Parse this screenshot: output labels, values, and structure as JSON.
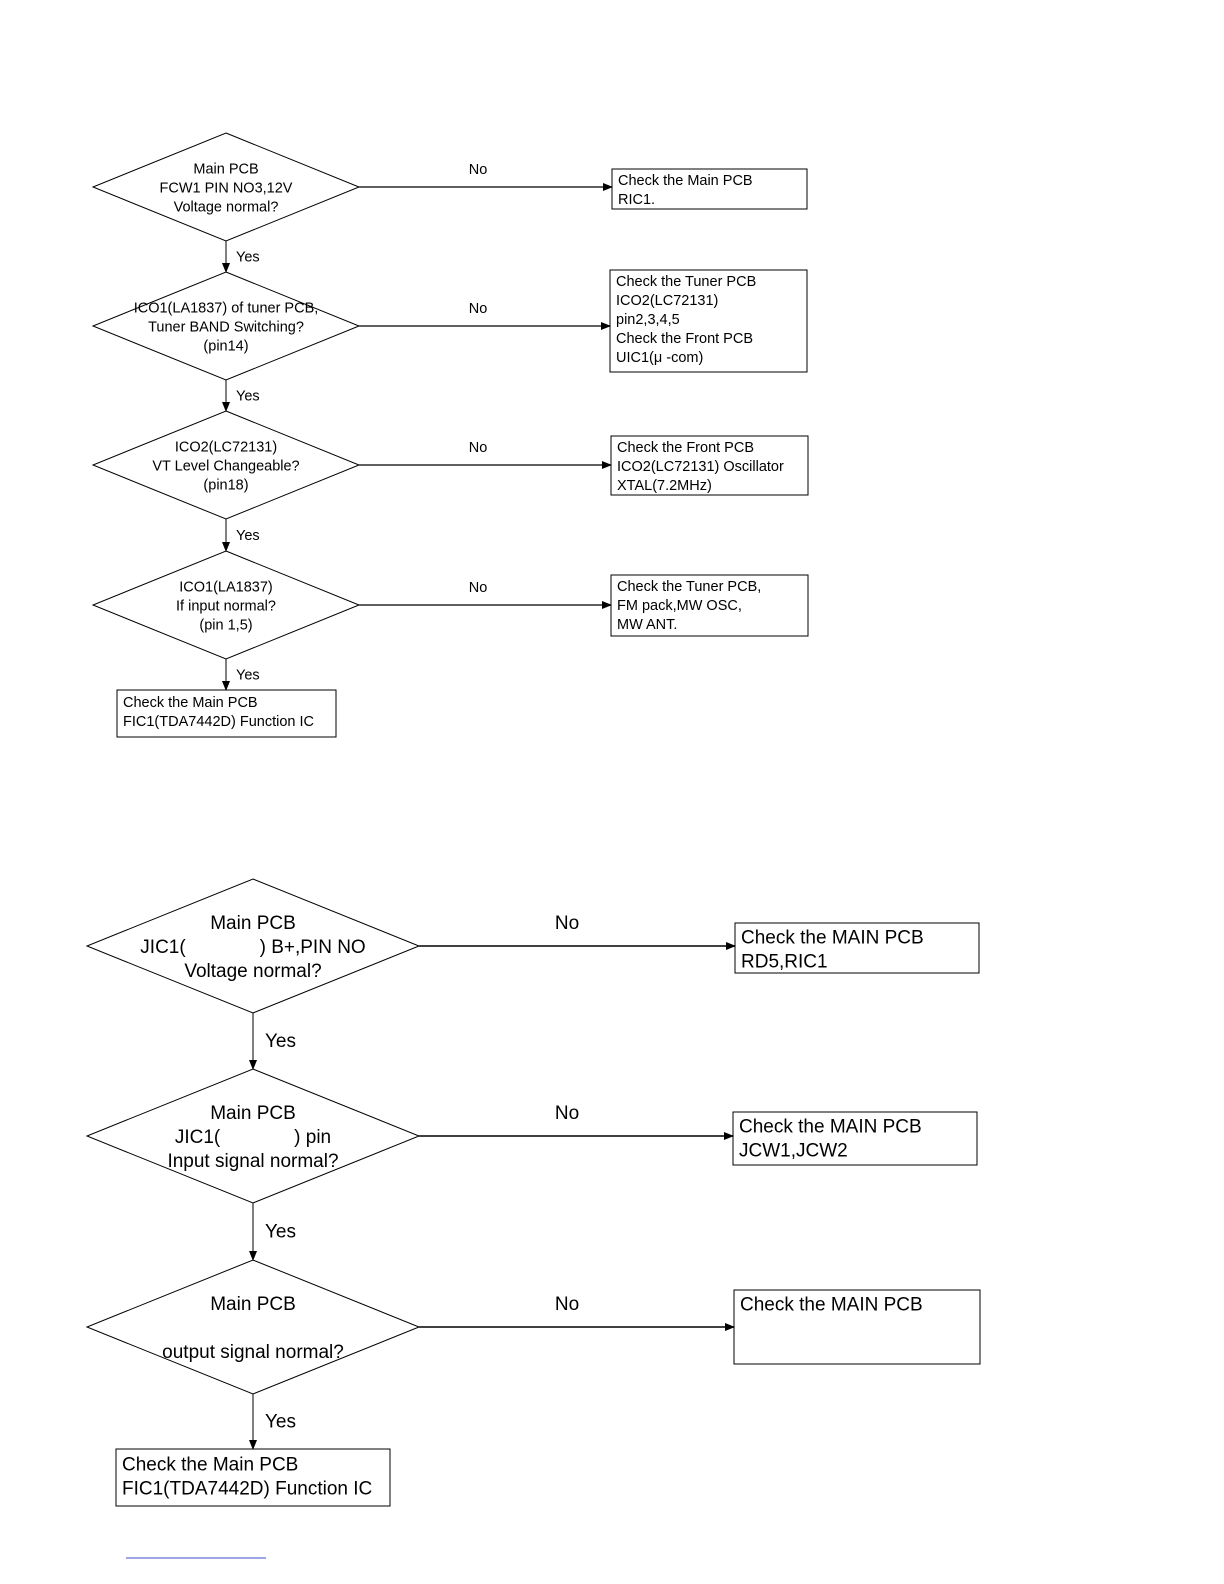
{
  "flowcharts": [
    {
      "decisions": [
        {
          "lines": [
            "Main PCB",
            "FCW1 PIN NO3,12V",
            "Voltage normal?"
          ],
          "no_label": "No",
          "no_box": [
            "Check the Main PCB",
            "RIC1."
          ],
          "yes_label": "Yes"
        },
        {
          "lines": [
            "ICO1(LA1837) of tuner PCB,",
            "Tuner BAND Switching?",
            "(pin14)"
          ],
          "no_label": "No",
          "no_box": [
            "Check the Tuner PCB",
            "ICO2(LC72131)",
            "pin2,3,4,5",
            "Check the Front PCB",
            "UIC1(μ -com)"
          ],
          "yes_label": "Yes"
        },
        {
          "lines": [
            "ICO2(LC72131)",
            "VT Level Changeable?",
            "(pin18)"
          ],
          "no_label": "No",
          "no_box": [
            "Check the Front PCB",
            "ICO2(LC72131) Oscillator",
            "XTAL(7.2MHz)"
          ],
          "yes_label": "Yes"
        },
        {
          "lines": [
            "ICO1(LA1837)",
            "If input normal?",
            "(pin 1,5)"
          ],
          "no_label": "No",
          "no_box": [
            "Check the Tuner PCB,",
            "FM pack,MW OSC,",
            "MW ANT."
          ],
          "yes_label": "Yes"
        }
      ],
      "final_box": [
        "Check the Main PCB",
        "FIC1(TDA7442D) Function IC"
      ]
    },
    {
      "decisions": [
        {
          "lines": [
            "Main PCB",
            "JIC1(              ) B+,PIN NO",
            "Voltage normal?"
          ],
          "no_label": "No",
          "no_box": [
            "Check the MAIN PCB",
            "RD5,RIC1"
          ],
          "yes_label": "Yes"
        },
        {
          "lines": [
            "Main PCB",
            "JIC1(              ) pin",
            "Input signal normal?"
          ],
          "no_label": "No",
          "no_box": [
            "Check the MAIN PCB",
            "JCW1,JCW2"
          ],
          "yes_label": "Yes"
        },
        {
          "lines": [
            "Main PCB",
            "",
            "output signal normal?"
          ],
          "no_label": "No",
          "no_box": [
            "Check the MAIN PCB"
          ],
          "yes_label": "Yes"
        }
      ],
      "final_box": [
        "Check the Main PCB",
        "FIC1(TDA7442D) Function IC"
      ]
    }
  ],
  "colors": {
    "line": "#000000",
    "link_underline": "#3a4ec8"
  }
}
